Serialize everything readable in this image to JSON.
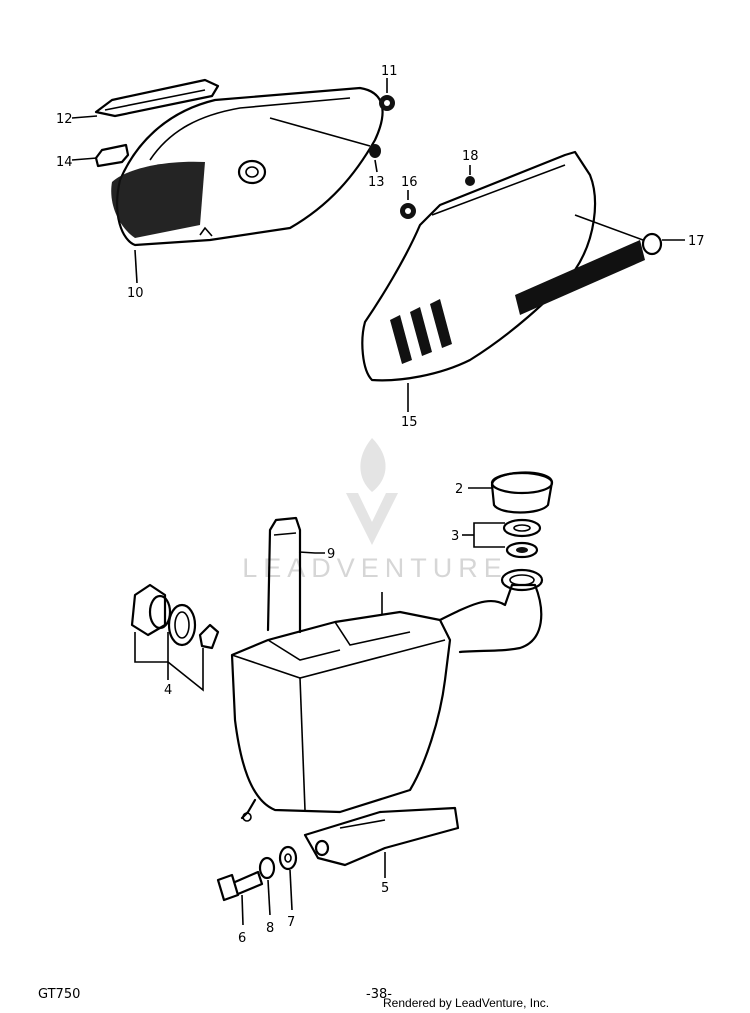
{
  "footer": {
    "model": "GT750",
    "page": "-38-",
    "credit": "Rendered by LeadVenture, Inc."
  },
  "watermark": {
    "text": "LEADVENTURE"
  },
  "callouts": [
    "2",
    "3",
    "4",
    "5",
    "6",
    "7",
    "8",
    "9",
    "10",
    "11",
    "12",
    "13",
    "14",
    "15",
    "16",
    "17",
    "18"
  ]
}
